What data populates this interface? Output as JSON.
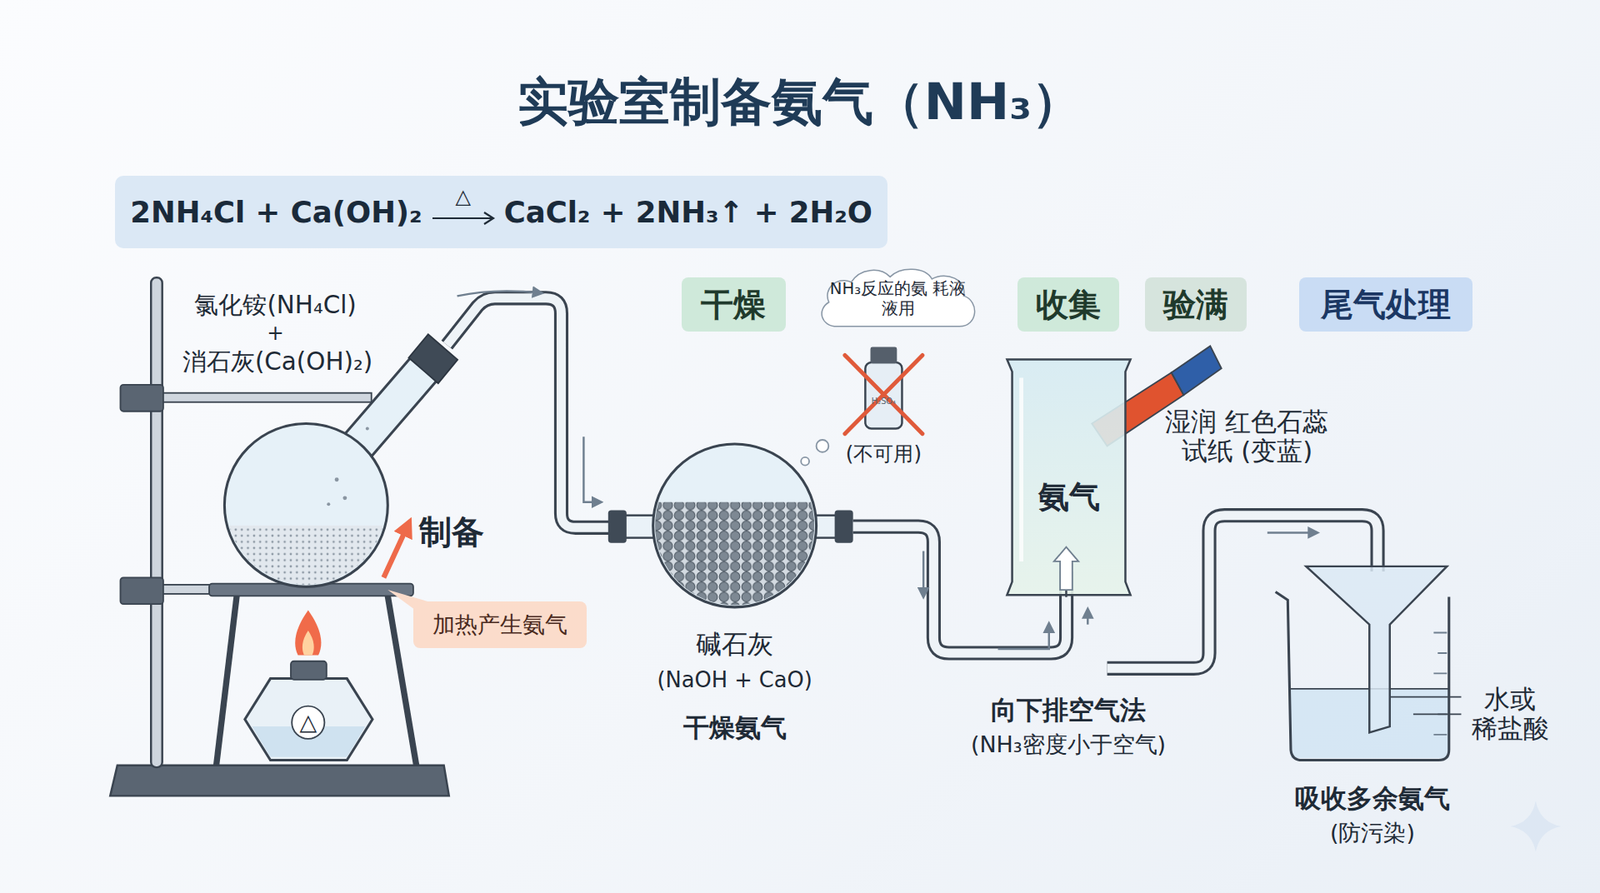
{
  "diagram": {
    "title": "实验室制备氨气（NH₃）",
    "nodes": [
      {
        "text": [
          "2NH₄Cl + Ca(OH)₂",
          "△",
          "CaCl₂ + 2NH₃↑ + 2H₂O"
        ]
      },
      {
        "text": [
          "加热产生氨气"
        ]
      },
      {
        "text": [
          "干燥"
        ]
      },
      {
        "text": [
          "NH₃反应的氨 耗液液用"
        ]
      },
      {
        "text": [
          "收集"
        ]
      },
      {
        "text": [
          "验满"
        ]
      },
      {
        "text": [
          "尾气处理"
        ]
      },
      {
        "text": [
          "氨气"
        ]
      }
    ],
    "labels": [
      "氯化铵(NH₄Cl)",
      "+",
      "消石灰(Ca(OH)₂)",
      "制备",
      "△",
      "H₂SO₄",
      "(不可用)",
      "碱石灰",
      "(NaOH + CaO)",
      "干燥氨气",
      "湿润 红色石蕊试纸 (变蓝)",
      "向下排空气法",
      "(NH₃密度小于空气)",
      "水或 稀盐酸",
      "吸收多余氨气",
      "(防污染)"
    ]
  }
}
